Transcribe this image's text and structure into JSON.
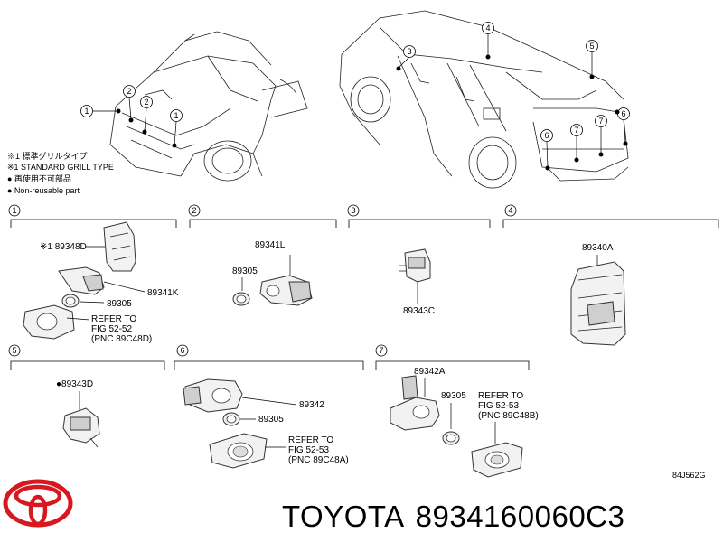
{
  "legend": {
    "note_jp": "※1 標準グリルタイプ",
    "note_en": "※1 STANDARD GRILL TYPE",
    "reuse_jp": "● 再使用不可部品",
    "reuse_en": "● Non-reusable part"
  },
  "callouts": [
    "1",
    "2",
    "3",
    "4",
    "5",
    "6",
    "7"
  ],
  "sections": [
    {
      "num": "1"
    },
    {
      "num": "2"
    },
    {
      "num": "3"
    },
    {
      "num": "4"
    },
    {
      "num": "5"
    },
    {
      "num": "6"
    },
    {
      "num": "7"
    }
  ],
  "labels": {
    "s1_a": "※1 89348D",
    "s1_b": "89341K",
    "s1_c": "89305",
    "s1_ref1": "REFER TO",
    "s1_ref2": "FIG  52-52",
    "s1_ref3": "(PNC  89C48D)",
    "s2_a": "89341L",
    "s2_b": "89305",
    "s3_a": "89343C",
    "s4_a": "89340A",
    "s5_a": "●89343D",
    "s6_a": "89342",
    "s6_b": "89305",
    "s6_ref1": "REFER TO",
    "s6_ref2": "FIG  52-53",
    "s6_ref3": "(PNC  89C48A)",
    "s7_a": "89342A",
    "s7_b": "89305",
    "s7_ref1": "REFER TO",
    "s7_ref2": "FIG  52-53",
    "s7_ref3": "(PNC  89C48B)",
    "figure_code": "84J562G"
  },
  "footer": {
    "brand": "TOYOTA",
    "part_number": "8934160060C3"
  },
  "colors": {
    "logo": "#d7181f",
    "ink": "#000000"
  }
}
